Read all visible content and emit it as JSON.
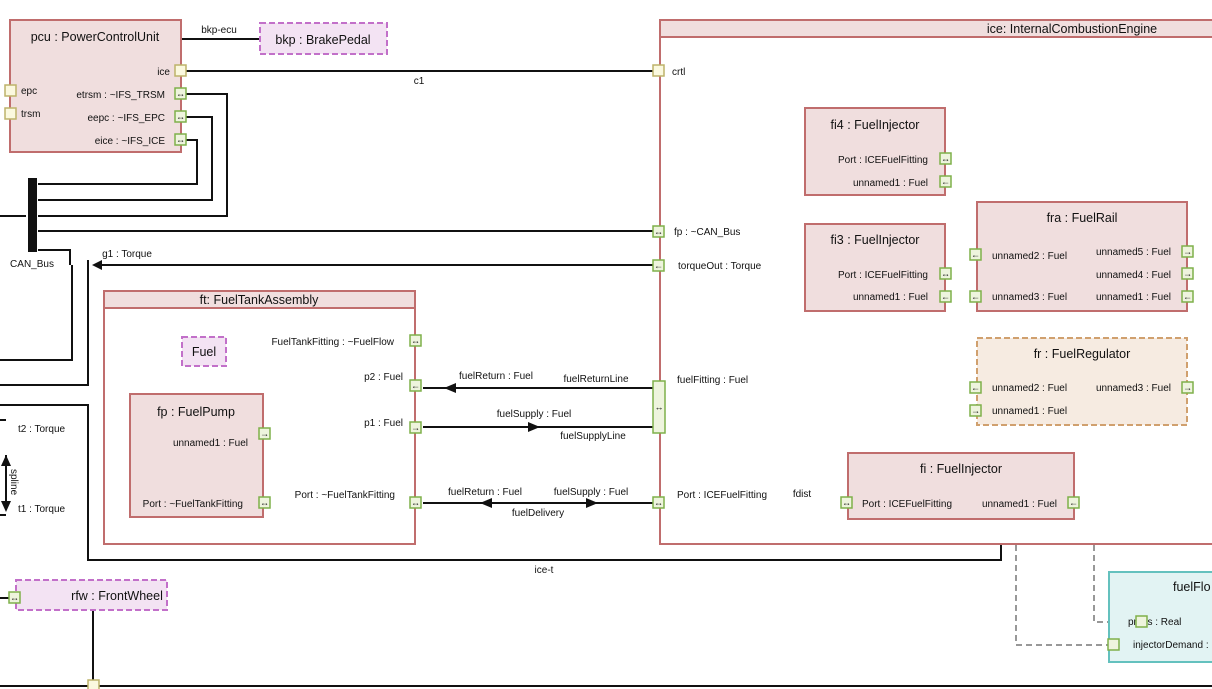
{
  "blocks": {
    "pcu": "pcu : PowerControlUnit",
    "bkp": "bkp : BrakePedal",
    "ice": "ice: InternalCombustionEngine",
    "ft": "ft: FuelTankAssembly",
    "fuel": "Fuel",
    "fp": "fp : FuelPump",
    "fi4": "fi4 : FuelInjector",
    "fi3": "fi3 : FuelInjector",
    "fra": "fra : FuelRail",
    "fr": "fr : FuelRegulator",
    "fi": "fi : FuelInjector",
    "rfw": "rfw : FrontWheel",
    "fuelflow": "fuelFlo"
  },
  "ports": {
    "pcu_ice": "ice",
    "pcu_etrsm": "etrsm : ~IFS_TRSM",
    "pcu_eepc": "eepc : ~IFS_EPC",
    "pcu_eice": "eice : ~IFS_ICE",
    "epc": "epc",
    "trsm": "trsm",
    "ice_crtl": "crtl",
    "ice_fp": "fp : ~CAN_Bus",
    "ice_torque": "torqueOut : Torque",
    "ice_fuelfitting": "fuelFitting : Fuel",
    "ice_portice": "Port : ICEFuelFitting",
    "fi4_port": "Port : ICEFuelFitting",
    "fi4_un1": "unnamed1 : Fuel",
    "fi3_port": "Port : ICEFuelFitting",
    "fi3_un1": "unnamed1 : Fuel",
    "fra_un2": "unnamed2 : Fuel",
    "fra_un3": "unnamed3 : Fuel",
    "fra_un5": "unnamed5 : Fuel",
    "fra_un4": "unnamed4 : Fuel",
    "fra_un1": "unnamed1 : Fuel",
    "fr_un2": "unnamed2 : Fuel",
    "fr_un1": "unnamed1 : Fuel",
    "fr_un3": "unnamed3 : Fuel",
    "fi_port": "Port : ICEFuelFitting",
    "fi_un1": "unnamed1 : Fuel",
    "ft_tankfitting": "FuelTankFitting : ~FuelFlow",
    "ft_p2": "p2 : Fuel",
    "ft_p1": "p1 : Fuel",
    "ft_port": "Port : ~FuelTankFitting",
    "fp_un1": "unnamed1 : Fuel",
    "fp_port": "Port : ~FuelTankFitting",
    "t2": "t2 : Torque",
    "t1": "t1 : Torque",
    "ff_press": "press : Real",
    "ff_injector": "injectorDemand :"
  },
  "labels": {
    "bkp_ecu": "bkp-ecu",
    "c1": "c1",
    "can_bus": "CAN_Bus",
    "g1": "g1 : Torque",
    "fuelreturn1": "fuelReturn : Fuel",
    "fuelreturnline": "fuelReturnLine",
    "fuelsupply1": "fuelSupply : Fuel",
    "fuelsupplyline": "fuelSupplyLine",
    "fuelreturn2": "fuelReturn : Fuel",
    "fuelsupply2": "fuelSupply : Fuel",
    "fueldelivery": "fuelDelivery",
    "fdist": "fdist",
    "ice_t": "ice-t",
    "spline": "spline"
  },
  "colors": {
    "block_fill": "#f0dede",
    "block_stroke": "#c06d6d",
    "external_stroke": "#c270c9",
    "regulator_stroke": "#d0a06e",
    "flow_stroke": "#64c1be",
    "port_green": "#7fb04a",
    "port_yellow": "#bdb36a"
  },
  "icons": {
    "inout": "bidirectional-arrow-port",
    "in": "in-arrow-port",
    "out": "out-arrow-port",
    "plain": "plain-port"
  }
}
